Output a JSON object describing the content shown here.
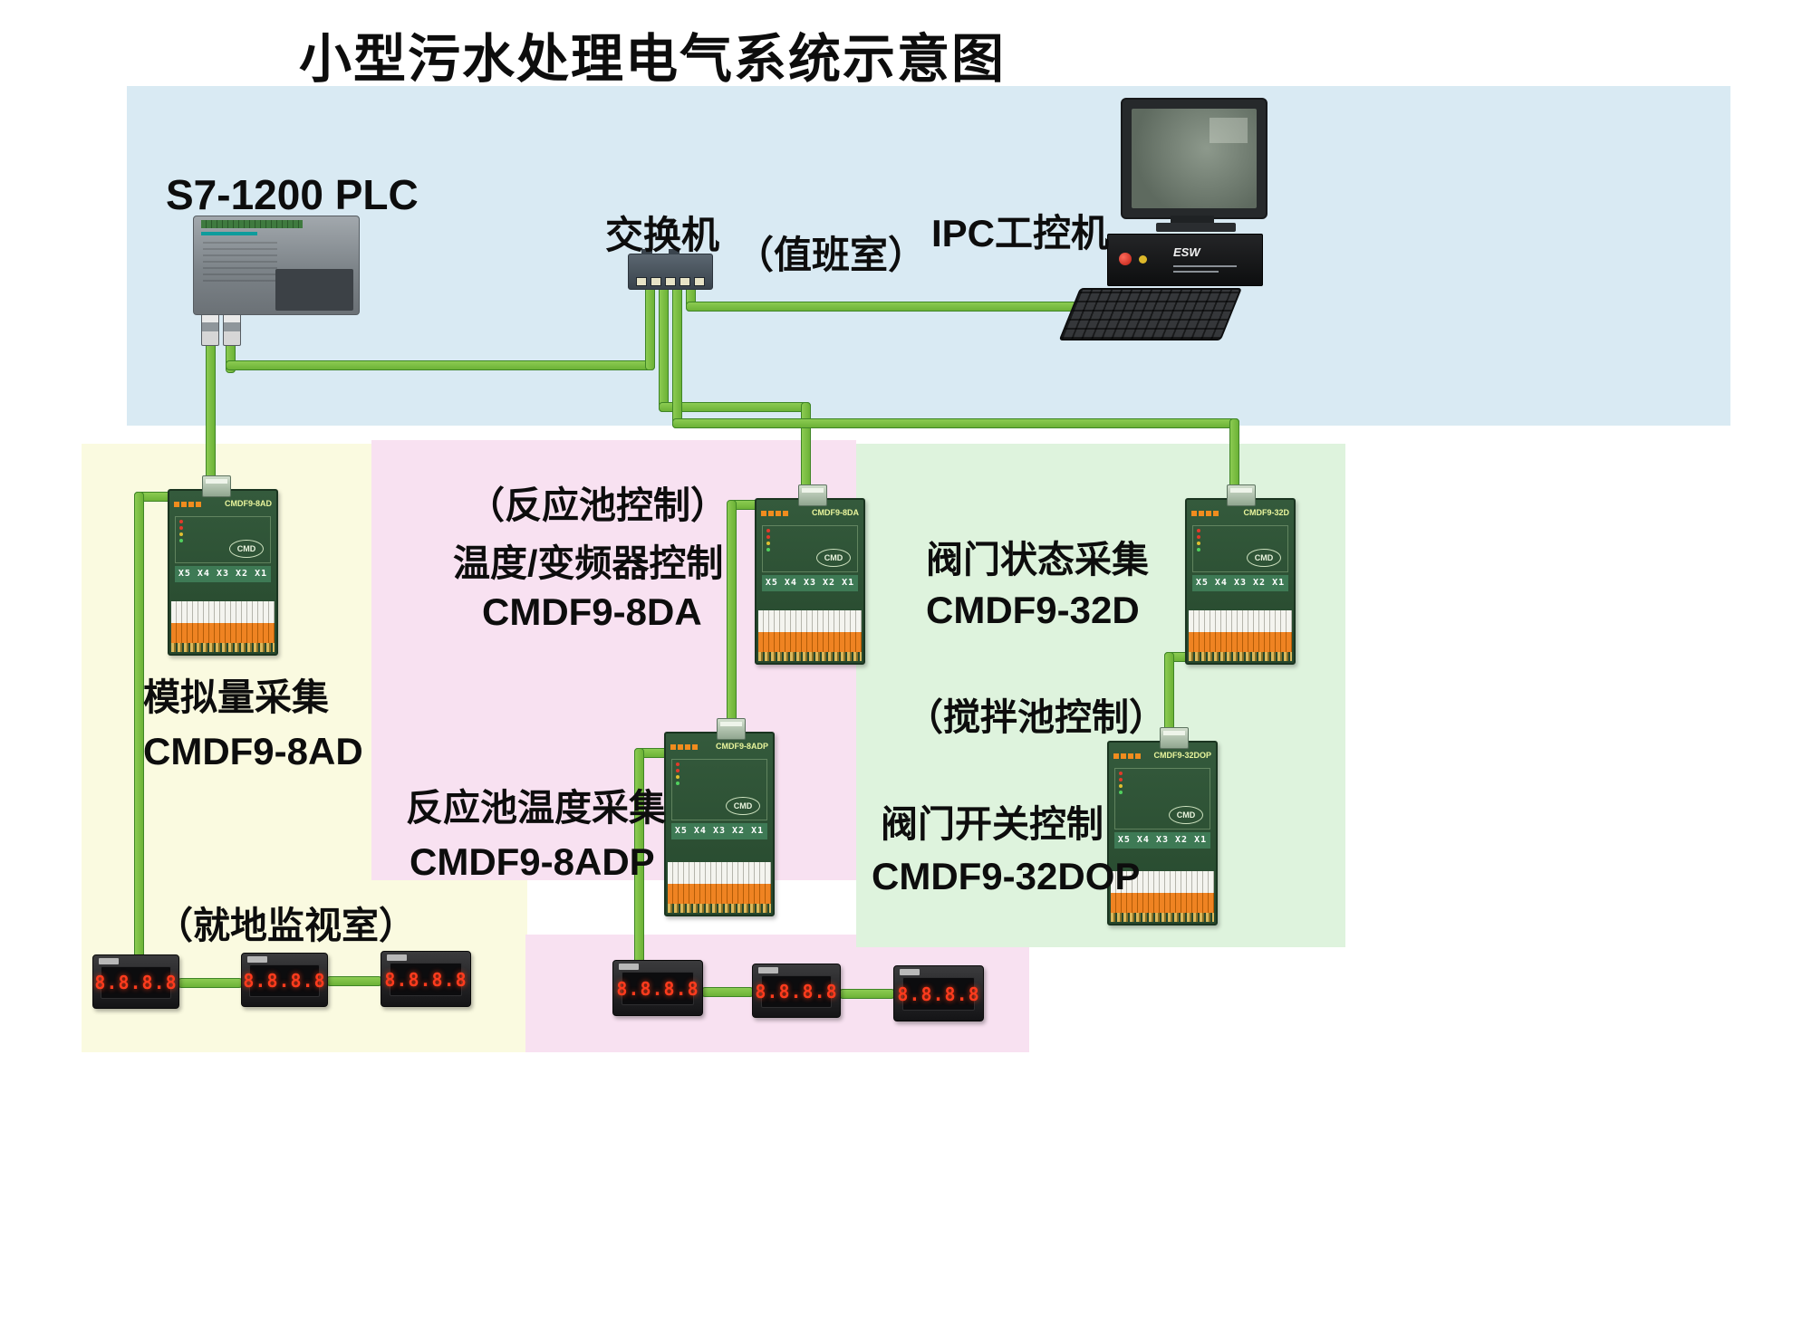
{
  "title": "小型污水处理电气系统示意图",
  "control_room": {
    "plc_label": "S7-1200  PLC",
    "switch_label": "交换机",
    "room_label": "（值班室）",
    "ipc_label": "IPC工控机",
    "ipc_panel_text": "ESW"
  },
  "analog_section": {
    "function_label": "模拟量采集",
    "model_label": "CMDF9-8AD",
    "room_label": "（就地监视室）"
  },
  "reaction_section": {
    "room_label": "（反应池控制）",
    "function_top": "温度/变频器控制",
    "model_top": "CMDF9-8DA",
    "function_bottom": "反应池温度采集",
    "model_bottom": "CMDF9-8ADP"
  },
  "valve_section": {
    "function_top": "阀门状态采集",
    "model_top": "CMDF9-32D",
    "room_label": "（搅拌池控制）",
    "function_bottom": "阀门开关控制",
    "model_bottom": "CMDF9-32DOP"
  },
  "modules": {
    "shared": {
      "terminals": "X5 X4 X3 X2 X1",
      "logo": "CMD"
    },
    "m8ad": {
      "label": "CMDF9-8AD"
    },
    "m8da": {
      "label": "CMDF9-8DA"
    },
    "m8adp": {
      "label": "CMDF9-8ADP"
    },
    "m32d": {
      "label": "CMDF9-32D"
    },
    "m32dop": {
      "label": "CMDF9-32DOP"
    }
  },
  "meters": {
    "display": "8.8.8.8"
  },
  "colors": {
    "cable_green": "#6cb236",
    "panel_blue": "#d9eaf3",
    "panel_yellow": "#fafae0",
    "panel_pink": "#f8e1f1",
    "panel_green": "#def3dd"
  }
}
